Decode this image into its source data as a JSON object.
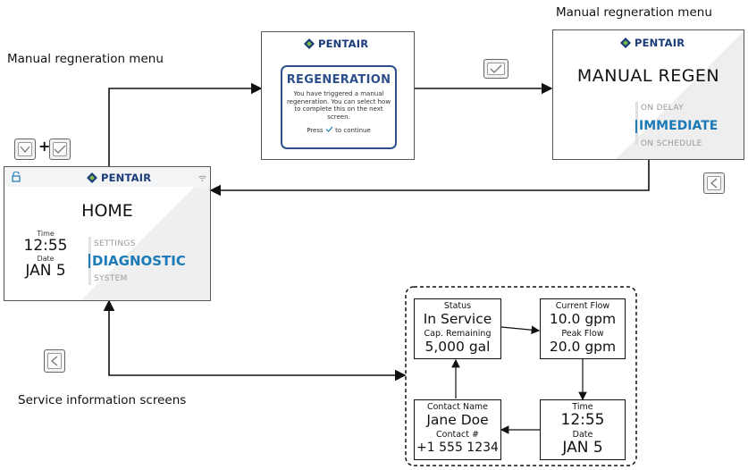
{
  "captions": {
    "manual_regen_left": "Manual regneration menu",
    "manual_regen_top": "Manual regneration menu",
    "service_info": "Service information screens"
  },
  "brand": {
    "name": "PENTAIR",
    "color": "#1a3a78",
    "accent": "#1d7ab8"
  },
  "combo": {
    "plus": "+",
    "icons": [
      "chevron-down-icon",
      "check-icon"
    ]
  },
  "regen_screen": {
    "title": "REGENERATION",
    "body_line1": "You have triggered a manual",
    "body_line2": "regeneration. You can select how",
    "body_line3": "to complete this on the next screen.",
    "press": "Press",
    "continue": "to continue"
  },
  "manual_regen_screen": {
    "title": "MANUAL REGEN",
    "options": [
      "ON DELAY",
      "IMMEDIATE",
      "ON SCHEDULE"
    ],
    "selected": "IMMEDIATE"
  },
  "home_screen": {
    "title": "HOME",
    "time_label": "Time",
    "time_value": "12:55",
    "date_label": "Date",
    "date_value": "JAN 5",
    "menu": [
      "SETTINGS",
      "DIAGNOSTIC",
      "SYSTEM"
    ],
    "selected": "DIAGNOSTIC",
    "icons": [
      "unlock-icon",
      "wifi-icon"
    ]
  },
  "service_screens": {
    "status": {
      "label1": "Status",
      "value1": "In Service",
      "label2": "Cap. Remaining",
      "value2": "5,000 gal"
    },
    "flow": {
      "label1": "Current Flow",
      "value1": "10.0 gpm",
      "label2": "Peak Flow",
      "value2": "20.0 gpm"
    },
    "time": {
      "label1": "Time",
      "value1": "12:55",
      "label2": "Date",
      "value2": "JAN 5"
    },
    "contact": {
      "label1": "Contact Name",
      "value1": "Jane Doe",
      "label2": "Contact #",
      "value2": "+1 555 1234"
    }
  }
}
